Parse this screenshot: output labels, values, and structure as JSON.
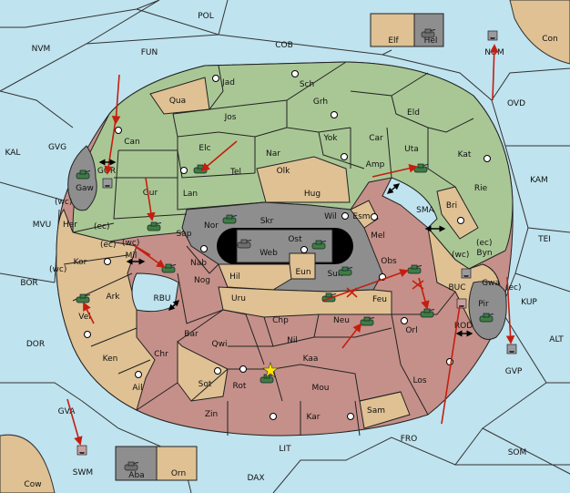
{
  "colors": {
    "sea": "#bfe3ef",
    "green": "#a9c795",
    "tan": "#dfc193",
    "red": "#c59089",
    "gray": "#8e8e8e",
    "black": "#000000",
    "unit_green": "#3f7d3f",
    "unit_gray": "#6f6f6f",
    "arrow": "#c41e10",
    "corner_land": "#dfc193"
  },
  "sea_labels": [
    "POL",
    "NVM",
    "FUN",
    "COB",
    "OVD",
    "KAL",
    "GVG",
    "KAM",
    "MVU",
    "SMA",
    "TEI",
    "BOR",
    "RBU",
    "BUC",
    "KUP",
    "DOR",
    "ALT",
    "GVA",
    "FRO",
    "SOM",
    "LIT",
    "DAX"
  ],
  "corner_labels": [
    "Con",
    "Cow"
  ],
  "land_labels": [
    "Jad",
    "Sch",
    "Qua",
    "Jos",
    "Grh",
    "Eld",
    "Can",
    "Yok",
    "Car",
    "Elc",
    "Nar",
    "Uta",
    "Kat",
    "Tel",
    "Olk",
    "Amp",
    "Gaw",
    "Gur",
    "Lan",
    "Hug",
    "Rie",
    "Bri",
    "Skr",
    "Ost",
    "Wil",
    "Esm",
    "Nor",
    "Her",
    "Sap",
    "Web",
    "Mel",
    "Kor",
    "Mil",
    "Nab",
    "Hil",
    "Sun",
    "Eun",
    "Obs",
    "Byn",
    "Gwa",
    "Ark",
    "Nog",
    "Uru",
    "Feu",
    "Pir",
    "Vel",
    "Chp",
    "Neu",
    "Orl",
    "Bar",
    "Qwi",
    "Nil",
    "Ken",
    "Chr",
    "Kaa",
    "Los",
    "Sot",
    "Rot",
    "Ail",
    "Mou",
    "Zin",
    "Kar",
    "Sam",
    "Elf",
    "Hel",
    "Aba",
    "Orn",
    "GOR",
    "NOM",
    "SWM",
    "GVP",
    "ROD"
  ],
  "coast_markers": [
    "(wc)",
    "(ec)",
    "(ec)",
    "(wc)",
    "(wc)",
    "(ec)",
    "(wc)",
    "(ec)"
  ]
}
